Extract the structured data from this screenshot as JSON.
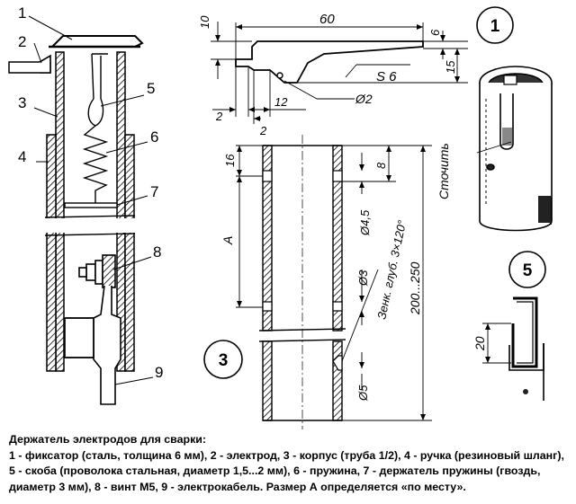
{
  "caption": {
    "title": "Держатель электродов для сварки:",
    "legend": "1 - фиксатор (сталь, толщина 6 мм), 2 - электрод, 3 - корпус (труба 1/2), 4 - ручка (резиновый шланг), 5 - скоба (проволока стальная, диаметр 1,5...2 мм), 6 - пружина, 7 - держатель пружины (гвоздь, диаметр 3 мм), 8 - винт М5, 9 - электрокабель. Размер А определяется «по месту»."
  },
  "assembly": {
    "callouts": [
      "1",
      "2",
      "3",
      "4",
      "5",
      "6",
      "7",
      "8",
      "9"
    ]
  },
  "fixator": {
    "view_number": "1",
    "dimensions": [
      "10",
      "60",
      "6",
      "15",
      "S 6",
      "Ø2",
      "2",
      "12",
      "2"
    ]
  },
  "tube": {
    "view_number": "3",
    "dimensions": [
      "16",
      "8",
      "Ø4,5",
      "Зенк. глуб. 3×120°",
      "A",
      "Ø3",
      "200...250",
      "Ø5"
    ]
  },
  "perspective": {
    "label": "Сточить"
  },
  "bracket": {
    "view_number": "5",
    "dimension": "20"
  }
}
